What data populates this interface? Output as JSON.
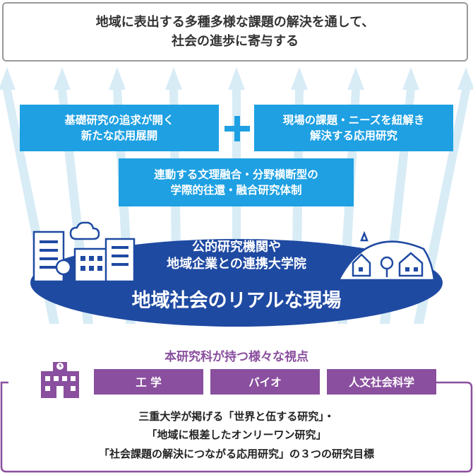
{
  "top_goal": {
    "line1": "地域に表出する多種多様な課題の解決を通して、",
    "line2": "社会の進歩に寄与する"
  },
  "basic_research": {
    "line1": "基礎研究の追求が開く",
    "line2": "新たな応用展開"
  },
  "field_research": {
    "line1": "現場の課題・ニーズを紐解き",
    "line2": "解決する応用研究"
  },
  "interdisciplinary": {
    "line1": "連動する文理融合・分野横断型の",
    "line2": "学際的往還・融合研究体制"
  },
  "community": {
    "partner_line1": "公的研究機関や",
    "partner_line2": "地域企業との連携大学院",
    "main": "地域社会のリアルな現場"
  },
  "perspectives": {
    "title": "本研究科が持つ様々な視点",
    "tabs": [
      "工 学",
      "バイオ",
      "人文社会科学"
    ]
  },
  "goals": {
    "line1": "三重大学が掲げる「世界と伍する研究」・",
    "line2": "「地域に根差したオンリーワン研究」",
    "line3": "「社会課題の解決につながる応用研究」の３つの研究目標"
  },
  "colors": {
    "blue": "#1ea0e2",
    "navy": "#1f4aa2",
    "purple": "#8a4f9e",
    "arrow": "#d8ecf6",
    "gray_border": "#9a9a9a"
  }
}
